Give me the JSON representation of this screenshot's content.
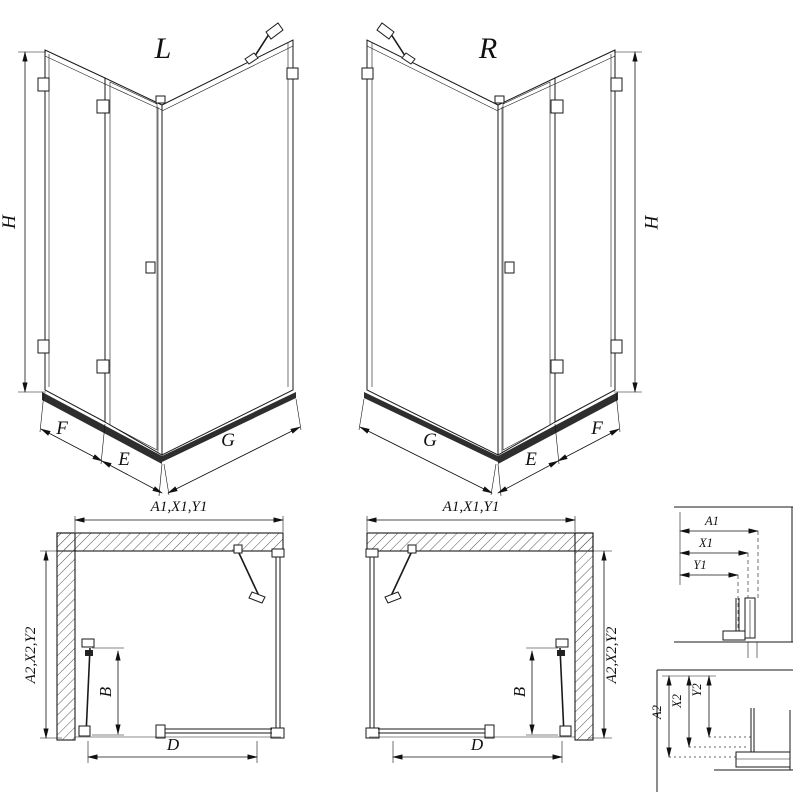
{
  "drawing": {
    "iso_left": {
      "variant_label": "L",
      "dims": {
        "h": "H",
        "f": "F",
        "e": "E",
        "g": "G"
      }
    },
    "iso_right": {
      "variant_label": "R",
      "dims": {
        "h": "H",
        "f": "F",
        "e": "E",
        "g": "G"
      }
    },
    "plan_left": {
      "dims": {
        "width_top": "A1,X1,Y1",
        "depth_side": "A2,X2,Y2",
        "door_width": "B",
        "entry_width": "D"
      }
    },
    "plan_right": {
      "dims": {
        "width_top": "A1,X1,Y1",
        "depth_side": "A2,X2,Y2",
        "door_width": "B",
        "entry_width": "D"
      }
    },
    "detail_width": {
      "labels": [
        "A1",
        "X1",
        "Y1"
      ]
    },
    "detail_depth": {
      "labels": [
        "A2",
        "X2",
        "Y2"
      ]
    }
  }
}
